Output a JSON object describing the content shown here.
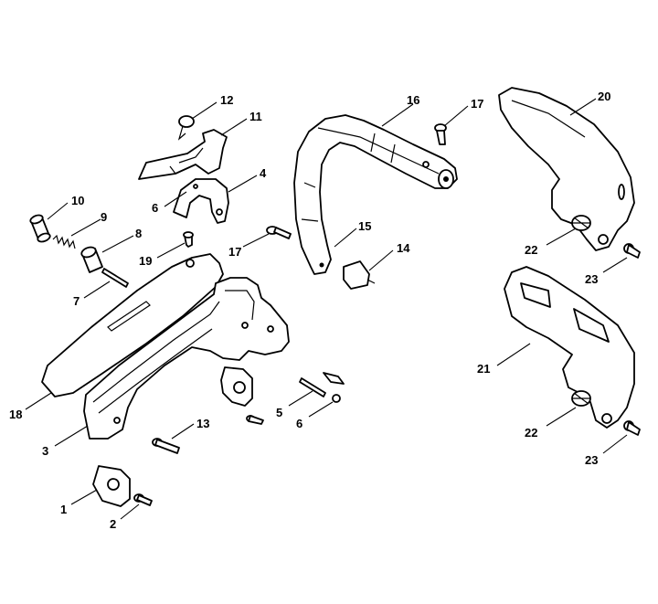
{
  "callouts": [
    {
      "id": "c12",
      "label": "12"
    },
    {
      "id": "c11",
      "label": "11"
    },
    {
      "id": "c16",
      "label": "16"
    },
    {
      "id": "c17a",
      "label": "17"
    },
    {
      "id": "c20",
      "label": "20"
    },
    {
      "id": "c4",
      "label": "4"
    },
    {
      "id": "c6a",
      "label": "6"
    },
    {
      "id": "c10",
      "label": "10"
    },
    {
      "id": "c9",
      "label": "9"
    },
    {
      "id": "c8",
      "label": "8"
    },
    {
      "id": "c15",
      "label": "15"
    },
    {
      "id": "c17b",
      "label": "17"
    },
    {
      "id": "c19",
      "label": "19"
    },
    {
      "id": "c14",
      "label": "14"
    },
    {
      "id": "c22a",
      "label": "22"
    },
    {
      "id": "c23a",
      "label": "23"
    },
    {
      "id": "c7",
      "label": "7"
    },
    {
      "id": "c21",
      "label": "21"
    },
    {
      "id": "c18",
      "label": "18"
    },
    {
      "id": "c5",
      "label": "5"
    },
    {
      "id": "c6b",
      "label": "6"
    },
    {
      "id": "c3",
      "label": "3"
    },
    {
      "id": "c13",
      "label": "13"
    },
    {
      "id": "c22b",
      "label": "22"
    },
    {
      "id": "c23b",
      "label": "23"
    },
    {
      "id": "c1",
      "label": "1"
    },
    {
      "id": "c2",
      "label": "2"
    }
  ]
}
